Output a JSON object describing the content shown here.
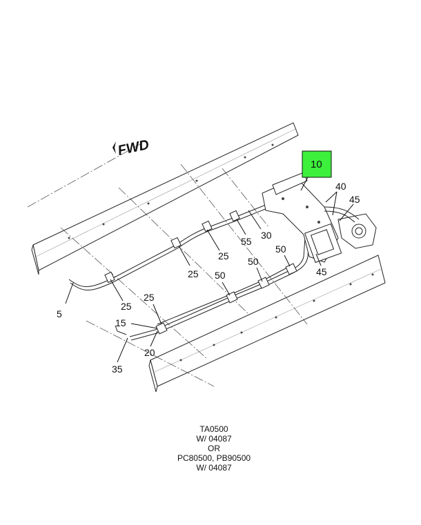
{
  "direction_label": "FWD",
  "highlight": {
    "label": "10",
    "color": "#3cf03c"
  },
  "callouts": {
    "c5": "5",
    "c15": "15",
    "c20": "20",
    "c25a": "25",
    "c25b": "25",
    "c25c": "25",
    "c25d": "25",
    "c30": "30",
    "c35": "35",
    "c40": "40",
    "c45a": "45",
    "c45b": "45",
    "c50a": "50",
    "c50b": "50",
    "c50c": "50",
    "c55": "55"
  },
  "applicability_note": [
    "TA0500",
    "W/ 04087",
    "OR",
    "PC80500, PB90500",
    "W/ 04087"
  ]
}
